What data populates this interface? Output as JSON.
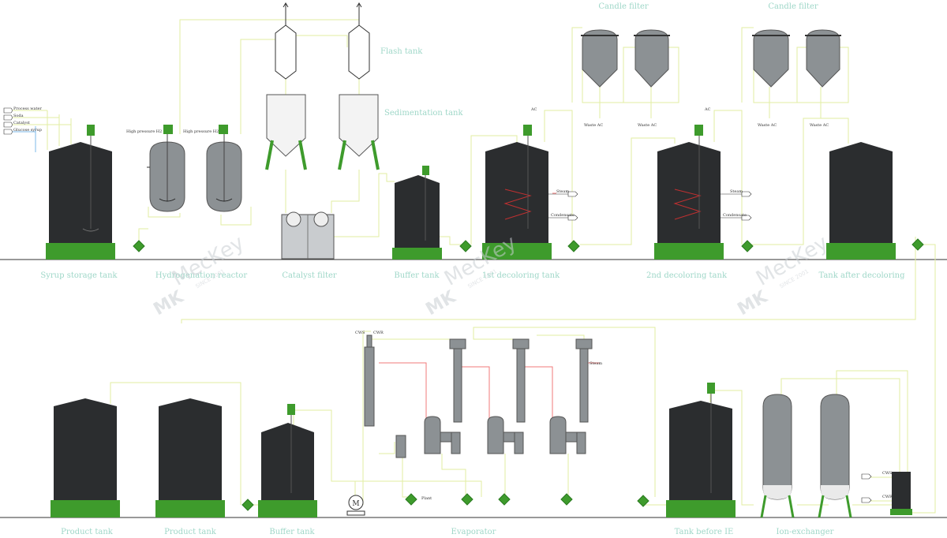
{
  "labels": {
    "syrup_storage_tank": "Syrup storage tank",
    "hydrogenation_reactor": "Hydrogenation reactor",
    "catalyst_filter": "Catalyst filter",
    "buffer_tank_top": "Buffer tank",
    "first_decoloring_tank": "1st decoloring tank",
    "second_decoloring_tank": "2nd decoloring tank",
    "tank_after_decoloring": "Tank after decoloring",
    "flash_tank": "Flash tank",
    "sedimentation_tank": "Sedimentation tank",
    "candle_filter_1": "Candle filter",
    "candle_filter_2": "Candle filter",
    "product_tank_1": "Product tank",
    "product_tank_2": "Product tank",
    "buffer_tank_bottom": "Buffer tank",
    "evaporator": "Evaporator",
    "tank_before_ie": "Tank before IE",
    "ion_exchanger": "Ion-exchanger"
  },
  "inputs": [
    "Process water",
    "Soda",
    "Catalyst",
    "Glucose syrup"
  ],
  "tags": {
    "high_pressure_h2_1": "High pressure H2",
    "high_pressure_h2_2": "High pressure H2",
    "ac_1": "AC",
    "ac_2": "AC",
    "waste_ac_1": "Waste AC",
    "waste_ac_2": "Waste AC",
    "waste_ac_3": "Waste AC",
    "waste_ac_4": "Waste AC",
    "steam_1": "Steam",
    "condensate_1": "Condensate",
    "steam_2": "Steam",
    "condensate_2": "Condensate",
    "steam_evap": "Steam",
    "cws": "CWS",
    "cwr": "CWR",
    "cws_ie": "CWS",
    "cwr_ie": "CWR",
    "plant": "Plant"
  },
  "watermark": {
    "brand": "MecKey",
    "since": "SINCE 2001",
    "logo": "MK"
  },
  "colors": {
    "tank": "#2b2d2f",
    "base": "#3e9b2c",
    "pipe": "#e2eea2",
    "steam_pipe": "#f07a7a",
    "label": "#9fd7c8"
  }
}
